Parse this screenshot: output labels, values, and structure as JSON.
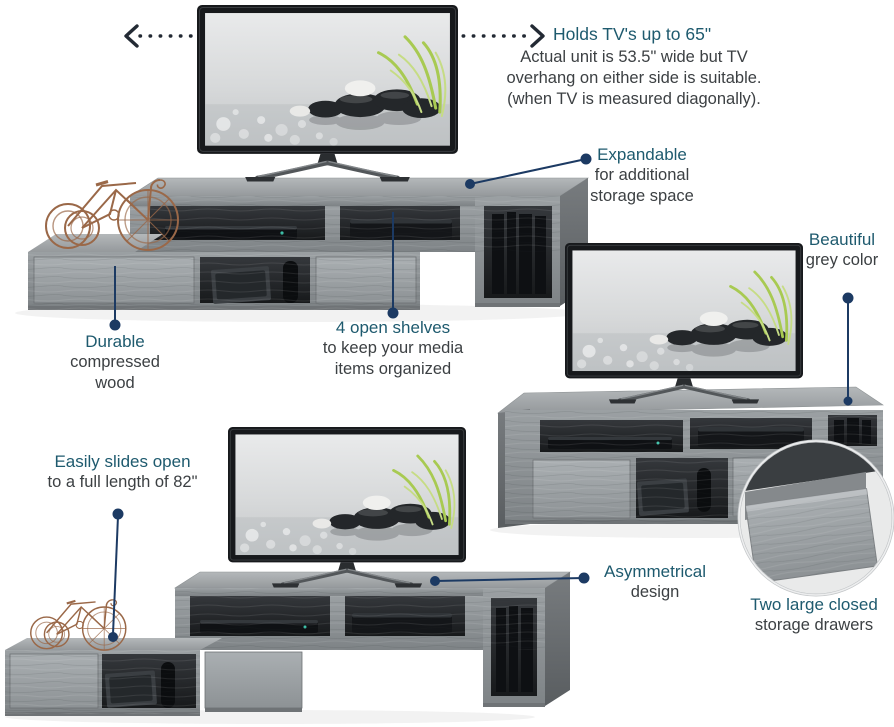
{
  "palette": {
    "accent_teal": "#1e5a6e",
    "body_text": "#3c4043",
    "callout_line_navy": "#1c3a63",
    "arrow_dark": "#232a34",
    "wood_grey": "#9aa0a3"
  },
  "annotations": {
    "holds_tv": {
      "title": "Holds TV's up to 65\"",
      "body": [
        "Actual unit is 53.5\" wide but TV",
        "overhang on either side is suitable.",
        "(when TV is measured diagonally)."
      ]
    },
    "expandable": {
      "title": "Expandable",
      "body": [
        "for additional",
        "storage space"
      ]
    },
    "beautiful_grey": {
      "title": "Beautiful",
      "body": [
        "grey color"
      ]
    },
    "durable": {
      "title": "Durable",
      "body": [
        "compressed",
        "wood"
      ]
    },
    "open_shelves": {
      "title": "4 open shelves",
      "body": [
        "to keep your media",
        "items organized"
      ]
    },
    "slides_open": {
      "title": "Easily slides open",
      "body": [
        "to a full length of 82\""
      ]
    },
    "asymmetrical": {
      "title": "Asymmetrical",
      "body": [
        "design"
      ]
    },
    "storage_drawers": {
      "title": "Two large closed",
      "body": [
        "storage drawers"
      ]
    }
  }
}
